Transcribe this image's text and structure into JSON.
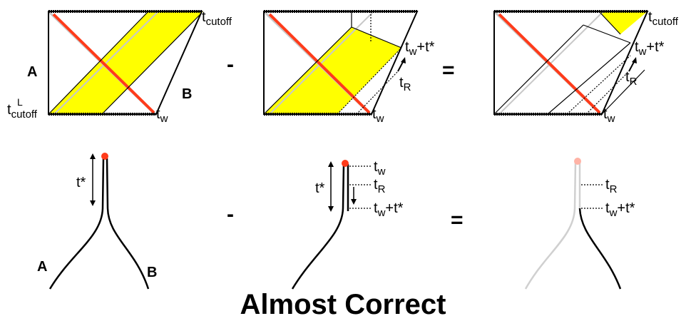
{
  "panels": {
    "a_label": "A",
    "b_label": "B",
    "t_cutoff": "t",
    "t_cutoff_sub": "cutoff",
    "t_cutoff_L_sup": "L",
    "t_w": "t",
    "t_w_sub": "w",
    "t_w_plus": "t",
    "t_w_plus_sub": "w",
    "t_w_plus_tail": "+t*",
    "t_R": "t",
    "t_R_sub": "R"
  },
  "operators": {
    "minus": "-",
    "equals": "="
  },
  "bottom": {
    "a_label": "A",
    "b_label": "B",
    "t_star": "t*"
  },
  "caption": "Almost Correct",
  "colors": {
    "highlight": "#ffff00",
    "red_line": "#ff3b1a",
    "gray_line": "#c8c8c8",
    "outline": "#000000"
  }
}
